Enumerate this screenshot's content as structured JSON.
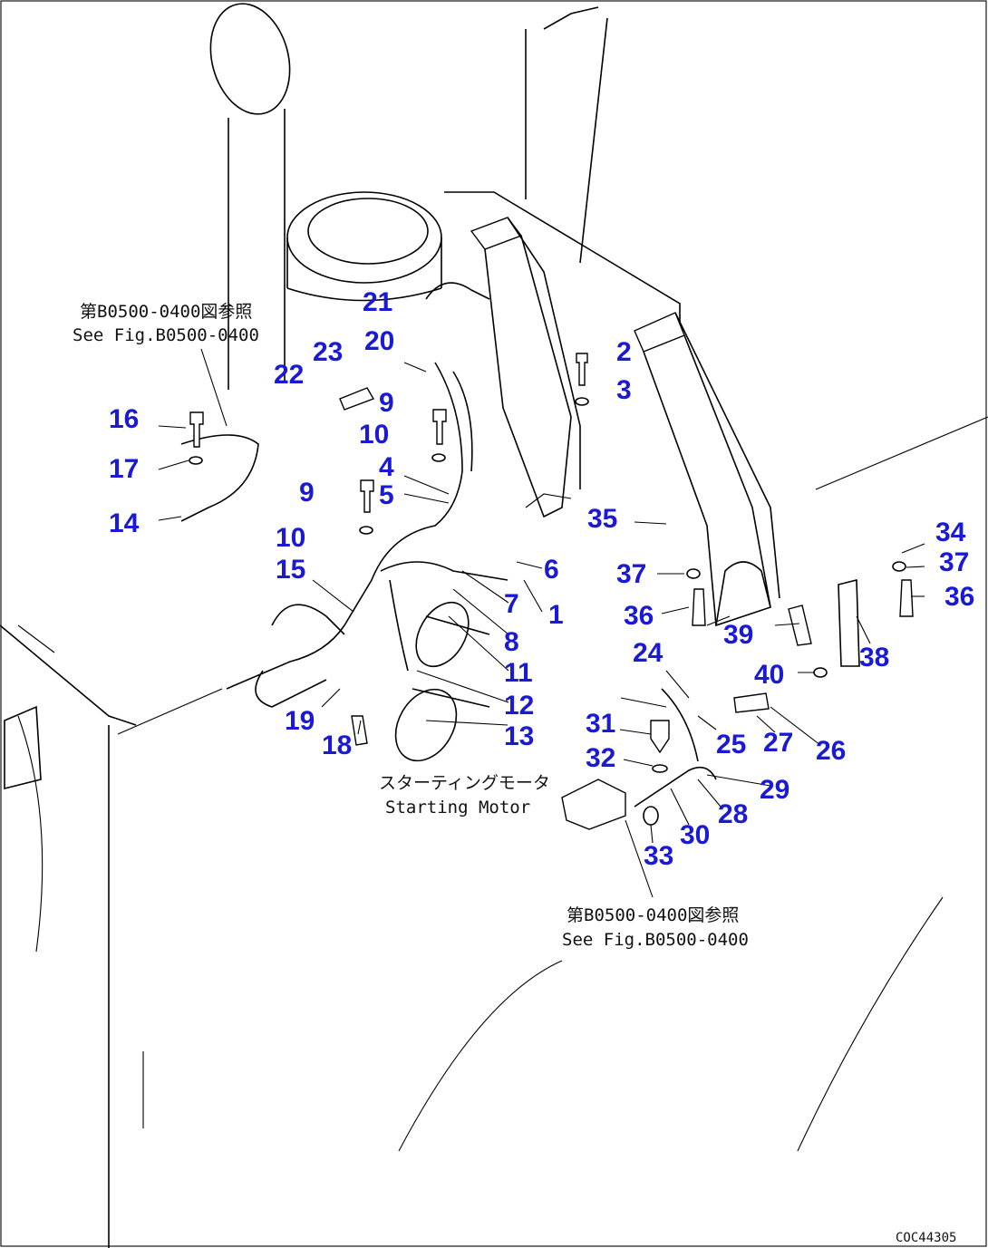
{
  "part_numbers": [
    "1",
    "2",
    "3",
    "4",
    "5",
    "6",
    "7",
    "8",
    "9",
    "9",
    "10",
    "10",
    "11",
    "12",
    "13",
    "14",
    "15",
    "16",
    "17",
    "18",
    "19",
    "20",
    "21",
    "22",
    "23",
    "24",
    "25",
    "26",
    "27",
    "28",
    "29",
    "30",
    "31",
    "32",
    "33",
    "34",
    "35",
    "36",
    "36",
    "37",
    "37",
    "38",
    "39",
    "40"
  ],
  "references": {
    "top_left_jp": "第B0500-0400図参照",
    "top_left_en": "See Fig.B0500-0400",
    "bottom_jp": "第B0500-0400図参照",
    "bottom_en": "See Fig.B0500-0400"
  },
  "starting_motor": {
    "jp": "スターティングモータ",
    "en": "Starting Motor"
  },
  "drawing_code": "COC44305",
  "colors": {
    "callout": "#1a1ad6",
    "line": "#000000",
    "background": "#ffffff"
  }
}
